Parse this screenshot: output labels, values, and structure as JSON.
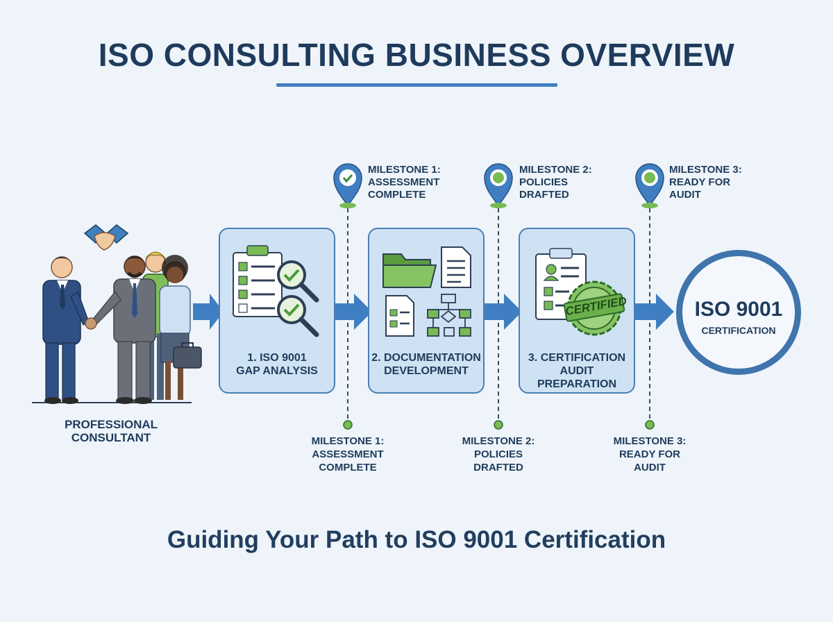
{
  "title": "ISO CONSULTING BUSINESS OVERVIEW",
  "subtitle": "Guiding Your Path to ISO 9001 Certification",
  "consultant": {
    "line1": "PROFESSIONAL",
    "line2": "CONSULTANT"
  },
  "stages": [
    {
      "line1": "1. ISO 9001",
      "line2": "GAP ANALYSIS",
      "line3": ""
    },
    {
      "line1": "2. DOCUMENTATION",
      "line2": "DEVELOPMENT",
      "line3": ""
    },
    {
      "line1": "3. CERTIFICATION",
      "line2": "AUDIT",
      "line3": "PREPARATION"
    }
  ],
  "certified_stamp": "CERTIFIED",
  "certification": {
    "title": "ISO 9001",
    "subtitle": "CERTIFICATION"
  },
  "milestones": [
    {
      "line1": "MILESTONE 1:",
      "line2": "ASSESSMENT",
      "line3": "COMPLETE"
    },
    {
      "line1": "MILESTONE 2:",
      "line2": "POLICIES",
      "line3": "DRAFTED"
    },
    {
      "line1": "MILESTONE 3:",
      "line2": "READY FOR",
      "line3": "AUDIT"
    }
  ],
  "colors": {
    "primary_blue": "#3f7fc1",
    "dark_navy": "#1f3b5c",
    "box_fill": "#cfe2f3",
    "accent_green": "#6bb04a"
  }
}
